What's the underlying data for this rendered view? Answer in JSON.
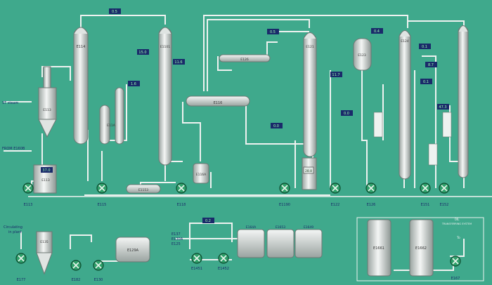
{
  "colors": {
    "background": "#3fa98c",
    "pipe": "#eef2f0",
    "equipment": "#dfe4e2",
    "pump": "#2fa06a",
    "label_box": "#1a2a6a",
    "value_text": "#1f7a3a"
  },
  "vessels": {
    "e114": "E114",
    "e1101": "E1101",
    "e121": "E121",
    "e123": "E123",
    "e124": "E124",
    "e113": "E113",
    "e11a": "E11A",
    "e1153": "E1153",
    "e116a": "E116A",
    "e126": "E126",
    "e116": "E116",
    "e135": "E135",
    "e129a": "E129A",
    "e164a": "E164A",
    "e1653": "E1653",
    "e1649": "E1649",
    "e1661": "E1661",
    "e1662": "E1662"
  },
  "pumps": {
    "e113": "E113",
    "e115": "E115",
    "e118": "E118",
    "e1190": "E1190",
    "e122": "E122",
    "e126": "E126",
    "e151": "E151",
    "e152": "E152",
    "e177": "E177",
    "e182": "E182",
    "e130": "E130",
    "e1451": "E1451",
    "e1452": "E1452",
    "e167": "E167"
  },
  "instruments": {
    "i1": "0.5",
    "i2": "15.0",
    "i3": "11.6",
    "i4": "0.5",
    "i5": "0.4",
    "i6": "0.1",
    "i7": "8.7",
    "i8": "11.7",
    "i9": "0.0",
    "i10": "0.0",
    "i11": "1.6",
    "i12": "0.1",
    "i13": "37.0",
    "i14": "47.3",
    "i15": "0.2"
  },
  "texts": {
    "from_label": "FROM E160B",
    "steam_label": "ST steam",
    "bar_label": "28.8",
    "circulating": "Circulating",
    "in_plant": "in plant",
    "e137": "E137",
    "e130a": "E130A",
    "e125": "E125",
    "tank_farm_1": "OIL",
    "tank_farm_2": "TRANSFERRING SYSTEM",
    "to": "To"
  }
}
